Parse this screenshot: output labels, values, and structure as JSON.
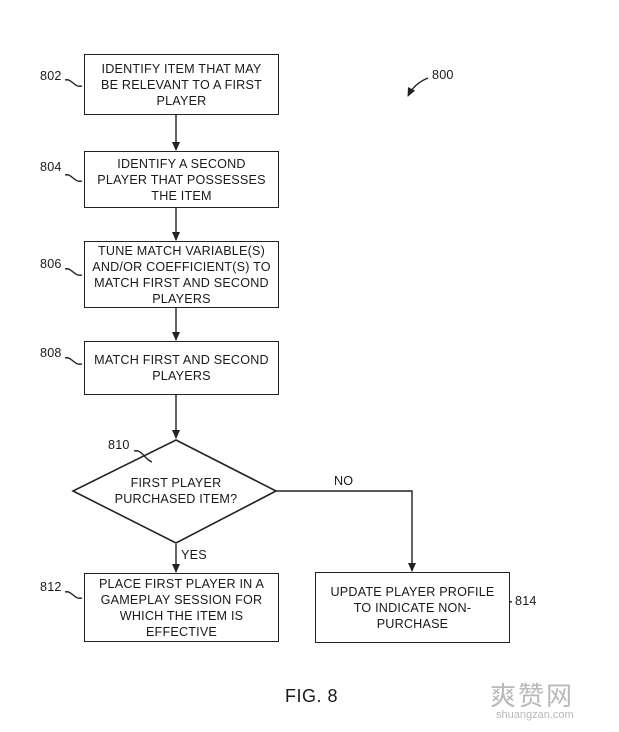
{
  "diagram": {
    "steps": {
      "s802": {
        "id": "802",
        "text": "IDENTIFY ITEM THAT MAY\nBE RELEVANT TO A FIRST\nPLAYER"
      },
      "s804": {
        "id": "804",
        "text": "IDENTIFY A SECOND\nPLAYER THAT POSSESSES\nTHE ITEM"
      },
      "s806": {
        "id": "806",
        "text": "TUNE MATCH VARIABLE(S)\nAND/OR COEFFICIENT(S) TO\nMATCH FIRST AND SECOND\nPLAYERS"
      },
      "s808": {
        "id": "808",
        "text": "MATCH FIRST AND SECOND\nPLAYERS"
      },
      "d810": {
        "id": "810",
        "text": "FIRST PLAYER\nPURCHASED ITEM?"
      },
      "s812": {
        "id": "812",
        "text": "PLACE FIRST PLAYER IN A\nGAMEPLAY SESSION FOR\nWHICH THE ITEM IS\nEFFECTIVE"
      },
      "s814": {
        "id": "814",
        "text": "UPDATE PLAYER PROFILE\nTO INDICATE NON-\nPURCHASE"
      }
    },
    "branch_yes": "YES",
    "branch_no": "NO",
    "figure_ref": "800",
    "figure_label": "FIG. 8"
  },
  "watermark": {
    "logo_text": "爽赞网",
    "url_text": "shuangzan.com"
  }
}
